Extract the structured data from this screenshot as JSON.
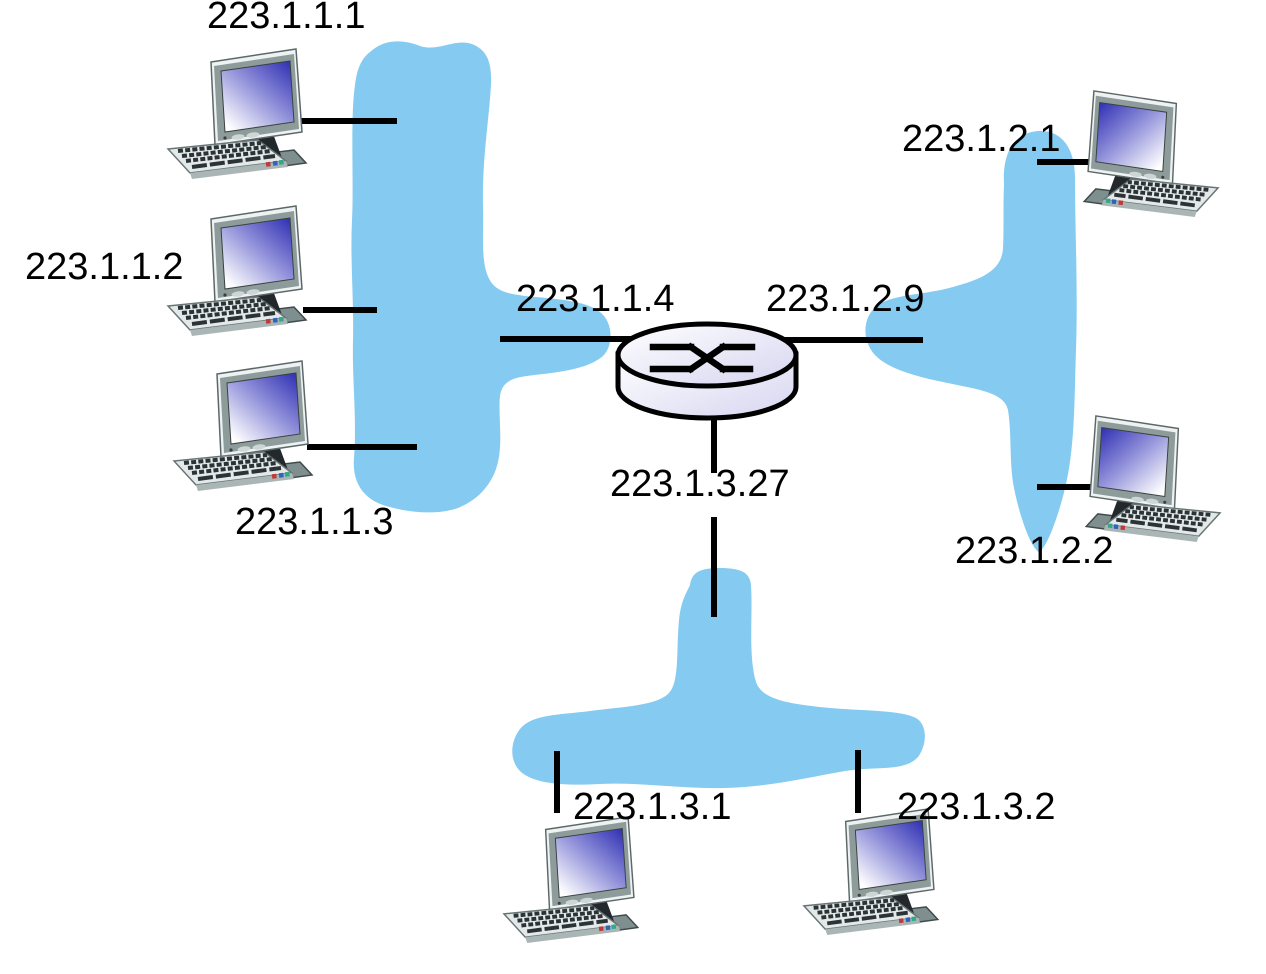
{
  "diagram_type": "ip-network-addressing-diagram",
  "colors": {
    "subnet_fill": "#85CBF1",
    "link_line": "#000000",
    "router_fill_light": "#FFFFFF",
    "router_fill_dark": "#D6D5F0",
    "router_outline": "#000000",
    "pc_screen_dark": "#2A2AB2",
    "pc_screen_light": "#FFFFFF",
    "label_text": "#000000"
  },
  "router": {
    "icon": "cylinder-crossbar-router",
    "interfaces": [
      {
        "side": "left",
        "label": "223.1.1.4"
      },
      {
        "side": "right",
        "label": "223.1.2.9"
      },
      {
        "side": "bottom",
        "label": "223.1.3.27"
      }
    ]
  },
  "subnets": [
    {
      "name": "subnet-left",
      "hosts": [
        {
          "label": "223.1.1.1"
        },
        {
          "label": "223.1.1.2"
        },
        {
          "label": "223.1.1.3"
        }
      ]
    },
    {
      "name": "subnet-right",
      "hosts": [
        {
          "label": "223.1.2.1"
        },
        {
          "label": "223.1.2.2"
        }
      ]
    },
    {
      "name": "subnet-bottom",
      "hosts": [
        {
          "label": "223.1.3.1"
        },
        {
          "label": "223.1.3.2"
        }
      ]
    }
  ]
}
